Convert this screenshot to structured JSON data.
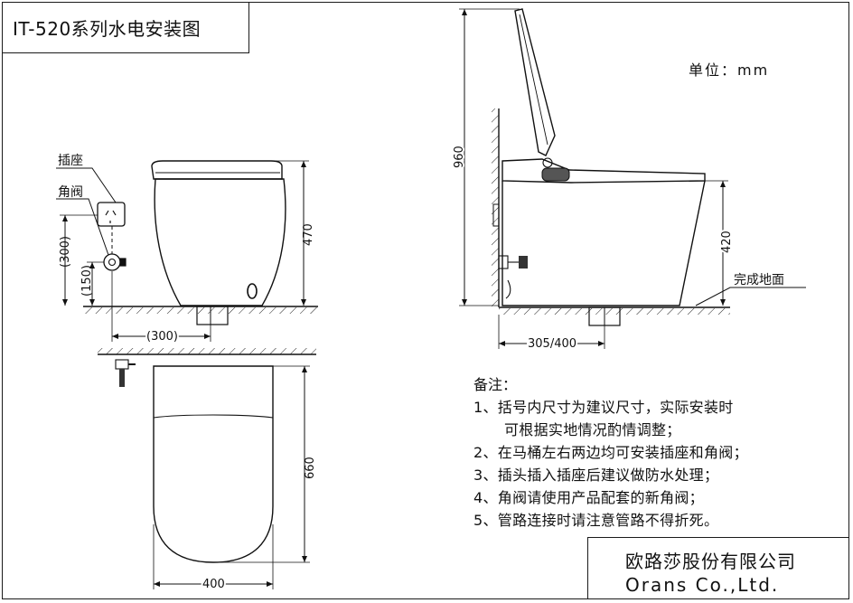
{
  "title": "IT-520系列水电安装图",
  "unit_label": "单位：mm",
  "labels": {
    "socket": "插座",
    "angle_valve": "角阀",
    "finished_floor": "完成地面"
  },
  "notes": {
    "heading": "备注：",
    "items": [
      "1、括号内尺寸为建议尺寸，实际安装时",
      "可根据实地情况酌情调整；",
      "2、在马桶左右两边均可安装插座和角阀；",
      "3、插头插入插座后建议做防水处理；",
      "4、角阀请使用产品配套的新角阀；",
      "5、管路连接时请注意管路不得折死。"
    ]
  },
  "company": {
    "name_cn": "欧路莎股份有限公司",
    "name_en": "Orans Co.,Ltd."
  },
  "chart_data": {
    "type": "diagram",
    "dimensions_mm": {
      "front_socket_height": "(300)",
      "front_valve_height": "(150)",
      "front_height": "470",
      "front_drain_offset": "(300)",
      "side_total_height": "960",
      "side_seat_height": "420",
      "side_drain_from_wall": "305/400",
      "top_length": "660",
      "top_width": "400"
    }
  }
}
